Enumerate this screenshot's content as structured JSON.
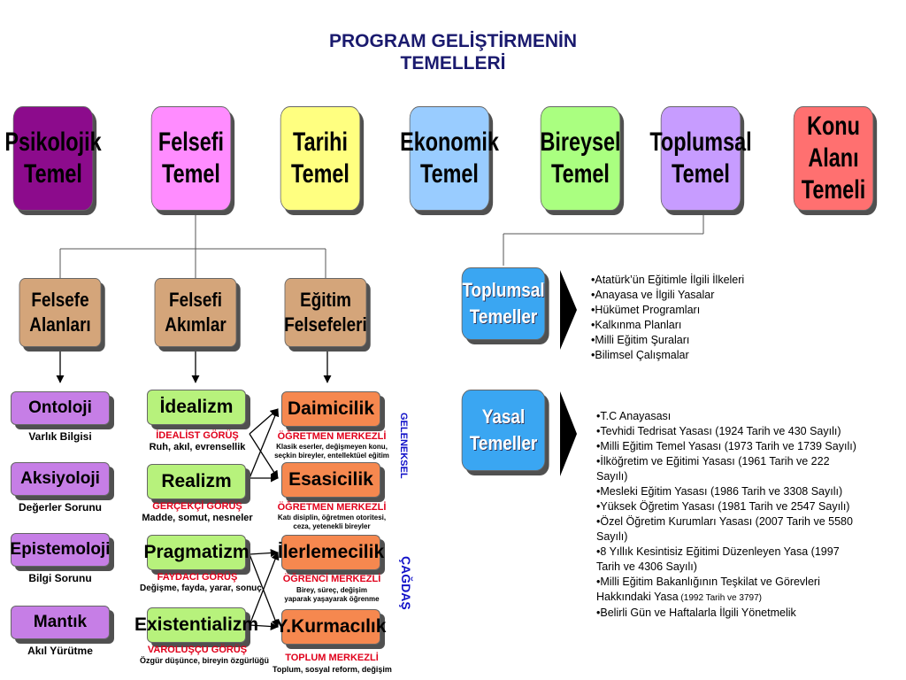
{
  "title": {
    "line1": "PROGRAM GELİŞTİRMENİN",
    "line2": "TEMELLERİ"
  },
  "foundations": [
    {
      "l1": "Psikolojik",
      "l2": "Temel",
      "color": "#8c0b8c"
    },
    {
      "l1": "Felsefi",
      "l2": "Temel",
      "color": "#ff8cff"
    },
    {
      "l1": "Tarihi",
      "l2": "Temel",
      "color": "#ffff80"
    },
    {
      "l1": "Ekonomik",
      "l2": "Temel",
      "color": "#99ccff"
    },
    {
      "l1": "Bireysel",
      "l2": "Temel",
      "color": "#aaff80"
    },
    {
      "l1": "Toplumsal",
      "l2": "Temel",
      "color": "#c79cff"
    },
    {
      "l1": "Konu Alanı",
      "l2": "Temeli",
      "color": "#ff7070"
    }
  ],
  "branches": [
    {
      "l1": "Felsefe",
      "l2": "Alanları"
    },
    {
      "l1": "Felsefi",
      "l2": "Akımlar"
    },
    {
      "l1": "Eğitim",
      "l2": "Felsefeleri"
    }
  ],
  "areas": [
    {
      "name": "Ontoloji",
      "desc": "Varlık Bilgisi"
    },
    {
      "name": "Aksiyoloji",
      "desc": "Değerler Sorunu"
    },
    {
      "name": "Epistemoloji",
      "desc": "Bilgi Sorunu"
    },
    {
      "name": "Mantık",
      "desc": "Akıl Yürütme"
    }
  ],
  "movements": [
    {
      "name": "İdealizm",
      "view": "İDEALİST GÖRÜŞ",
      "desc": "Ruh, akıl, evrensellik"
    },
    {
      "name": "Realizm",
      "view": "GERÇEKÇİ GÖRÜŞ",
      "desc": "Madde, somut, nesneler"
    },
    {
      "name": "Pragmatizm",
      "view": "FAYDACI GÖRÜŞ",
      "desc": "Değişme, fayda, yarar, sonuç"
    },
    {
      "name": "Existentializm",
      "view": "VAROLUŞÇU GÖRÜŞ",
      "desc": "Özgür düşünce, bireyin özgürlüğü"
    }
  ],
  "philosophies": [
    {
      "name": "Daimicilik",
      "center": "ÖĞRETMEN MERKEZLİ",
      "d1": "Klasik eserler, değişmeyen konu,",
      "d2": "seçkin bireyler, entellektüel eğitim"
    },
    {
      "name": "Esasicilik",
      "center": "ÖĞRETMEN MERKEZLİ",
      "d1": "Katı disiplin, öğretmen otoritesi,",
      "d2": "ceza, yetenekli bireyler"
    },
    {
      "name": "İlerlemecilik",
      "center": "ÖĞRENCİ MERKEZLİ",
      "d1": "Birey, süreç, değişim",
      "d2": "yaparak yaşayarak öğrenme"
    },
    {
      "name": "Y.Kurmacılık",
      "center": "TOPLUM MERKEZLİ",
      "d1": "Toplum, sosyal reform, değişim",
      "d2": ""
    }
  ],
  "groups": {
    "traditional": "GELENEKSEL",
    "modern": "ÇAĞDAŞ"
  },
  "social": {
    "l1": "Toplumsal",
    "l2": "Temeller",
    "items": [
      "•Atatürk’ün Eğitimle İlgili İlkeleri",
      "•Anayasa ve İlgili Yasalar",
      "•Hükümet Programları",
      "•Kalkınma Planları",
      "•Milli Eğitim Şuraları",
      "•Bilimsel Çalışmalar"
    ]
  },
  "legal": {
    "l1": "Yasal",
    "l2": "Temeller",
    "items": [
      {
        "text": "•T.C Anayasası"
      },
      {
        "text": "•Tevhidi Tedrisat Yasası (1924 Tarih ve 430 Sayılı)"
      },
      {
        "text": "•Milli Eğitim Temel Yasası (1973 Tarih ve 1739 Sayılı)"
      },
      {
        "text": "•İlköğretim ve Eğitimi Yasası (1961 Tarih ve 222"
      },
      {
        "text": "Sayılı)"
      },
      {
        "text": "•Mesleki Eğitim Yasası (1986 Tarih ve 3308 Sayılı)"
      },
      {
        "text": "•Yüksek Öğretim Yasası (1981  Tarih ve 2547 Sayılı)"
      },
      {
        "text": "•Özel Öğretim Kurumları Yasası (2007 Tarih ve 5580"
      },
      {
        "text": "Sayılı)"
      },
      {
        "text": "•8 Yıllık Kesintisiz Eğitimi Düzenleyen Yasa (1997"
      },
      {
        "text": "Tarih ve 4306 Sayılı)"
      },
      {
        "text": "•Milli Eğitim Bakanlığının Teşkilat ve Görevleri"
      },
      {
        "text": "Hakkındaki Yasa",
        "small": "(1992 Tarih ve 3797)"
      },
      {
        "text": "•Belirli Gün ve Haftalarla İlgili Yönetmelik"
      }
    ]
  }
}
